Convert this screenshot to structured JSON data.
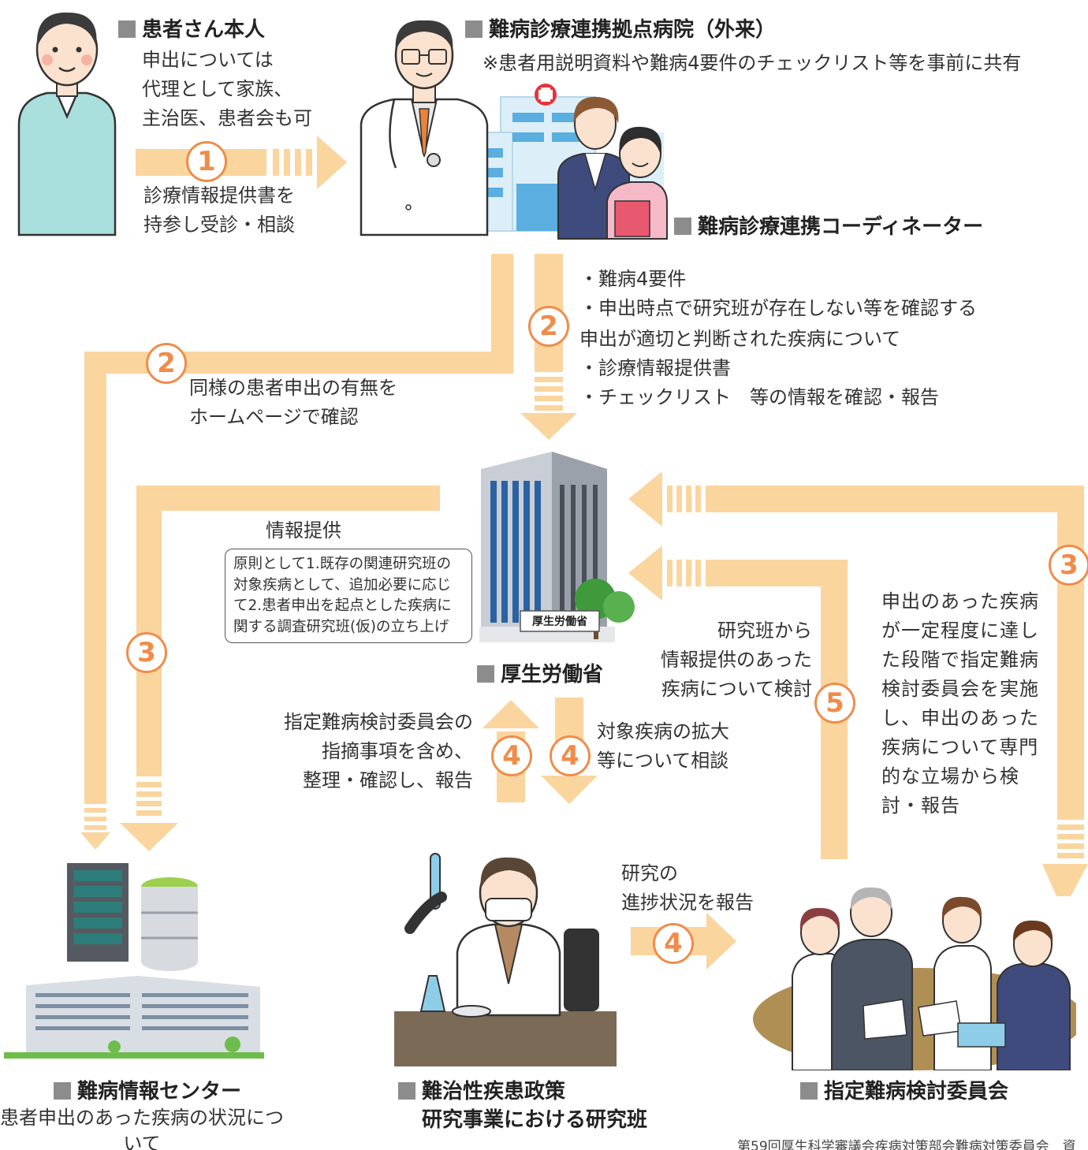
{
  "colors": {
    "flow": "#fbd59e",
    "badge": "#f08c4a",
    "label_square": "#8c8c8c"
  },
  "patient": {
    "heading": "患者さん本人",
    "note": "申出については\n代理として家族、\n主治医、患者会も可",
    "icon": "patient-person-icon"
  },
  "hospital": {
    "heading": "難病診療連携拠点病院（外来）",
    "note": "※患者用説明資料や難病4要件のチェックリスト等を事前に共有",
    "icon": "doctor-and-hospital-icon"
  },
  "coordinator": {
    "heading": "難病診療連携コーディネーター",
    "icon": "coordinator-women-icon"
  },
  "step1": {
    "badge": "1",
    "text": "診療情報提供書を\n持参し受診・相談"
  },
  "step2_center": {
    "badge": "2",
    "check": "・難病4要件\n・申出時点で研究班が存在しない等を確認する",
    "report": "申出が適切と判断された疾病について\n・診療情報提供書\n・チェックリスト　等の情報を確認・報告"
  },
  "step2_left": {
    "badge": "2",
    "text": "同様の患者申出の有無を\nホームページで確認"
  },
  "mhlw": {
    "heading": "厚生労働省",
    "sign": "厚生労働省",
    "info_label": "情報提供",
    "note": "原則として1.既存の関連研究班の\n対象疾病として、追加必要に応じ\nて2.患者申出を起点とした疾病に\n関する調査研究班(仮)の立ち上げ",
    "icon": "government-building-icon"
  },
  "step3_left": {
    "badge": "3"
  },
  "step3_right": {
    "badge": "3",
    "text": "申出のあった疾病\nが一定程度に達し\nた段階で指定難病\n検討委員会を実施\nし、申出のあった\n疾病について専門\n的な立場から検\n討・報告"
  },
  "step5": {
    "badge": "5",
    "text": "研究班から\n情報提供のあった\n疾病について検討"
  },
  "step4_up": {
    "badge": "4",
    "text": "指定難病検討委員会の\n指摘事項を含め、\n整理・確認し、報告"
  },
  "step4_down": {
    "badge": "4",
    "text": "対象疾病の拡大\n等について相談"
  },
  "step4_right": {
    "badge": "4",
    "text": "研究の\n進捗状況を報告"
  },
  "info_center": {
    "heading": "難病情報センター",
    "text": "患者申出のあった疾病の状況について\n逐次ホームページで公開",
    "icon": "server-and-building-icon"
  },
  "research_group": {
    "heading_line1": "難治性疾患政策",
    "heading_line2": "研究事業における研究班",
    "icon": "researcher-icon"
  },
  "committee": {
    "heading": "指定難病検討委員会",
    "icon": "committee-meeting-icon"
  },
  "footer": "第59回厚生科学審議会疾病対策部会難病対策委員会　資"
}
